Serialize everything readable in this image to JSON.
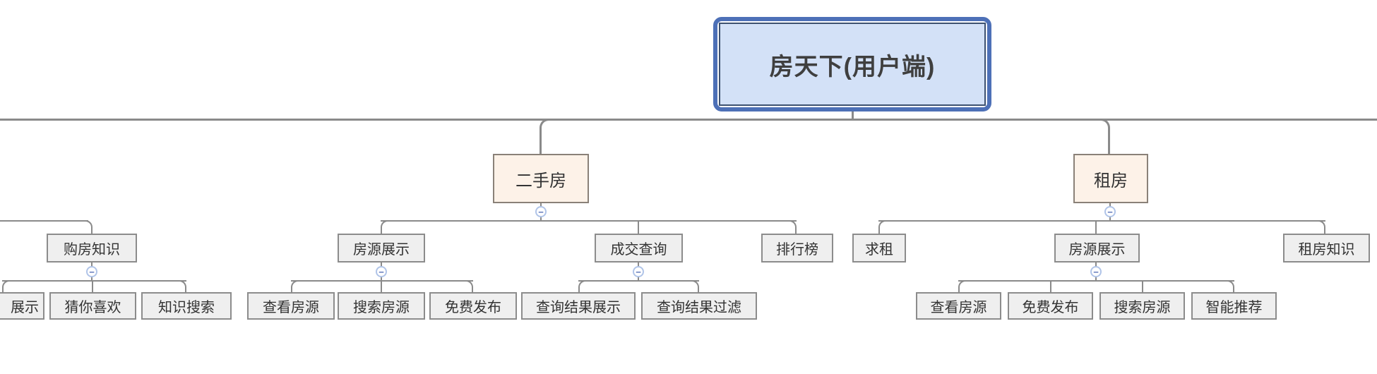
{
  "diagram": {
    "root": {
      "label": "房天下(用户端)"
    },
    "branches": [
      {
        "label": "二手房",
        "children": [
          {
            "label": "房源展示",
            "children": [
              {
                "label": "查看房源"
              },
              {
                "label": "搜索房源"
              },
              {
                "label": "免费发布"
              }
            ]
          },
          {
            "label": "成交查询",
            "children": [
              {
                "label": "查询结果展示"
              },
              {
                "label": "查询结果过滤"
              }
            ]
          },
          {
            "label": "排行榜",
            "children": []
          }
        ]
      },
      {
        "label": "租房",
        "children": [
          {
            "label": "求租",
            "children": []
          },
          {
            "label": "房源展示",
            "children": [
              {
                "label": "查看房源"
              },
              {
                "label": "免费发布"
              },
              {
                "label": "搜索房源"
              },
              {
                "label": "智能推荐"
              }
            ]
          },
          {
            "label": "租房知识",
            "children": []
          }
        ]
      }
    ],
    "left_partial_branch": {
      "children": [
        {
          "label": "购房知识",
          "children": [
            {
              "label": "展示"
            },
            {
              "label": "猜你喜欢"
            },
            {
              "label": "知识搜索"
            }
          ]
        }
      ]
    },
    "collapse_glyph": "−",
    "colors": {
      "root-fill": "#d3e1f7",
      "root-border": "#4d70b7",
      "root-inner-border": "#3d5170",
      "root-text": "#3f3f3f",
      "branch-fill": "#fdf2e8",
      "branch-border": "#8a8178",
      "node-fill": "#efefef",
      "node-border": "#8c8c8c",
      "node-text": "#333333",
      "line": "#8a8a8a",
      "collapse-border": "#b0c4e8",
      "collapse-fill": "#ffffff",
      "collapse-glyph-color": "#5b74b8"
    }
  }
}
